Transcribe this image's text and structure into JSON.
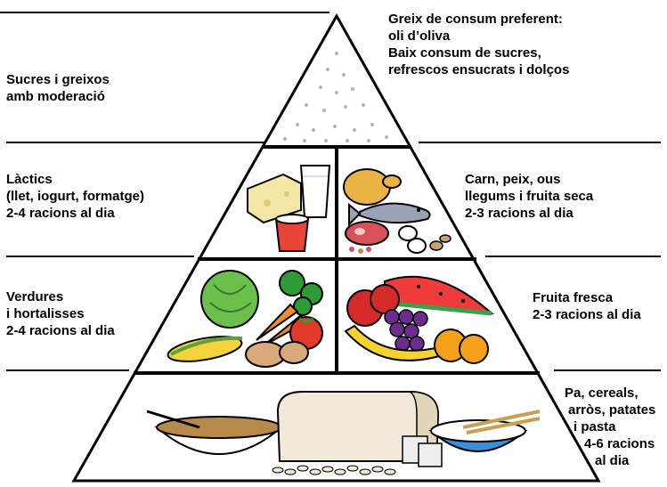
{
  "tiers": {
    "top": {
      "left_label": [
        "Sucres i greixos",
        "amb moderació"
      ],
      "right_label": [
        "Greix de consum preferent:",
        "oli d’oliva",
        "Baix consum de sucres,",
        "refrescos ensucrats i dolços"
      ]
    },
    "second": {
      "left_label": [
        "Làctics",
        "(llet, iogurt, formatge)",
        "2-4 racions al dia"
      ],
      "right_label": [
        "Carn, peix, ous",
        "llegums i fruita seca",
        "2-3 racions al dia"
      ]
    },
    "third": {
      "left_label": [
        "Verdures",
        "i hortalisses",
        "2-4 racions al dia"
      ],
      "right_label": [
        "Fruita fresca",
        "2-3 racions al dia"
      ]
    },
    "base": {
      "right_label": [
        "Pa, cereals,",
        "arròs, patates",
        "i pasta",
        "4-6 racions",
        "al dia"
      ]
    }
  },
  "colors": {
    "outline": "#000000",
    "dots": "#b5b5b5",
    "dairy_cup": "#e8443a",
    "cheese": "#f4e7a6",
    "chicken": "#e9b445",
    "fish": "#9aa3b5",
    "meat": "#d8505a",
    "lettuce": "#6cbf4a",
    "broccoli": "#2f9a38",
    "carrot": "#f08c2a",
    "tomato": "#e23a2a",
    "corn": "#f3d23a",
    "potato": "#d9a97a",
    "watermelon_flesh": "#ef3b3b",
    "watermelon_rind": "#3aa04a",
    "grapes": "#6b2b8f",
    "apple": "#d42a2a",
    "banana": "#f5d22e",
    "orange": "#f7a11a",
    "bread": "#f2ead8",
    "cereal": "#b88a4a",
    "rice_bowl": "#3a8fd8",
    "crackers": "#eeeeee"
  },
  "icons": [
    "dots-pattern",
    "cheese-icon",
    "milk-glass-icon",
    "yogurt-cup-icon",
    "chicken-icon",
    "fish-icon",
    "meat-icon",
    "eggs-icon",
    "nuts-icon",
    "lettuce-icon",
    "broccoli-icon",
    "carrot-icon",
    "tomato-icon",
    "corn-icon",
    "potato-icon",
    "apple-icon",
    "watermelon-icon",
    "grapes-icon",
    "banana-icon",
    "orange-icon",
    "cereal-bowl-icon",
    "bread-loaf-icon",
    "crackers-icon",
    "rice-bowl-icon",
    "chopsticks-icon",
    "pasta-icon"
  ]
}
